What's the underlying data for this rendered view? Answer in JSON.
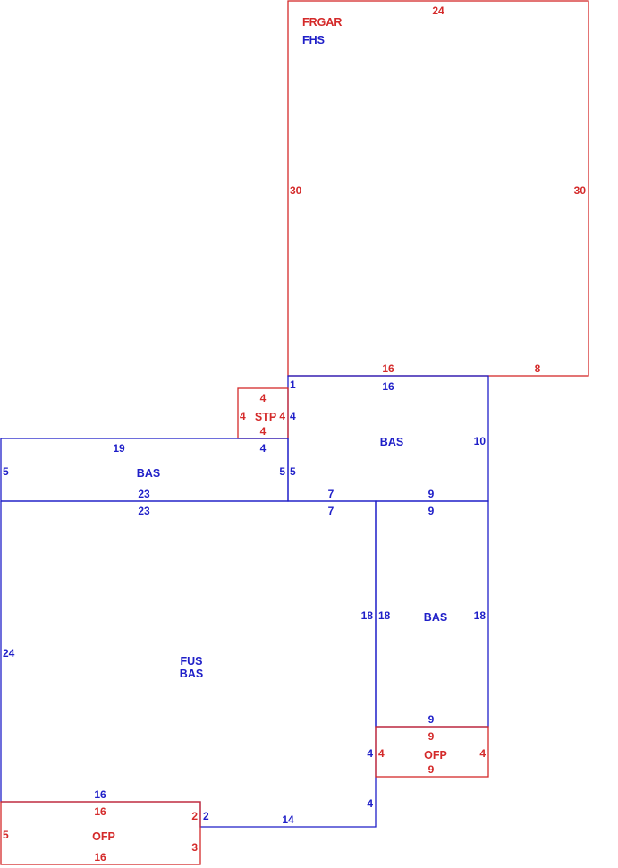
{
  "colors": {
    "blue": "#1f1fc8",
    "red": "#d42a2a"
  },
  "areas": {
    "garage": {
      "name1": "FRGAR",
      "name2": "FHS",
      "top": "24",
      "left": "30",
      "right": "30",
      "bottom_left": "16",
      "bottom_right": "8"
    },
    "bas_upper_right": {
      "name": "BAS",
      "top": "16",
      "corner": "1",
      "left_upper": "4",
      "left_lower": "5",
      "right": "10",
      "bottom_left": "7",
      "bottom_right": "9"
    },
    "stoop": {
      "name": "STP",
      "top": "4",
      "bottom": "4",
      "left": "4",
      "right": "4"
    },
    "bas_left_wing": {
      "name": "BAS",
      "top_left": "19",
      "top_right": "4",
      "left": "5",
      "right": "5",
      "bottom": "23"
    },
    "fus_main": {
      "name1": "FUS",
      "name2": "BAS",
      "top_left": "23",
      "top_right": "7",
      "left": "24",
      "right": "18",
      "right_lower_a": "4",
      "right_lower_b": "4",
      "bottom": "14",
      "bottom_left": "16",
      "step": "2"
    },
    "bas_right": {
      "name": "BAS",
      "top": "9",
      "left": "18",
      "right": "18",
      "bottom": "9"
    },
    "ofp_right": {
      "name": "OFP",
      "top": "9",
      "bottom": "9",
      "left": "4",
      "right": "4"
    },
    "ofp_bottom": {
      "name": "OFP",
      "top": "16",
      "bottom": "16",
      "left": "5",
      "right_upper": "2",
      "right_lower": "3"
    }
  }
}
